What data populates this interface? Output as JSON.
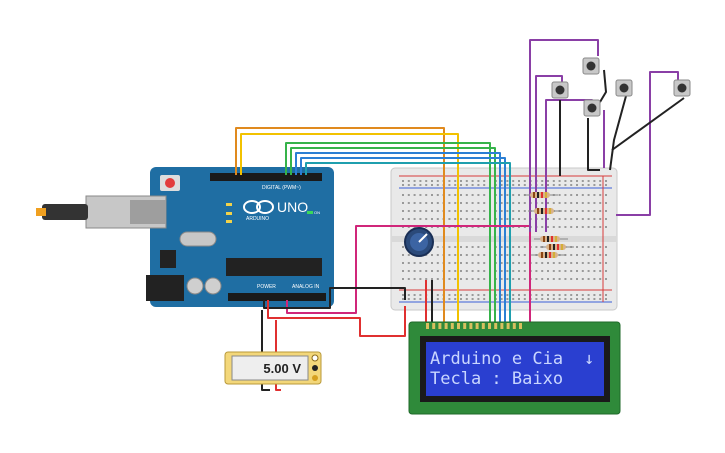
{
  "arduino": {
    "brand": "ARDUINO",
    "model": "UNO",
    "digital_label": "DIGITAL (PWM~)",
    "power_label": "POWER",
    "analog_label": "ANALOG IN",
    "on_label": "ON",
    "board_color": "#1f6ea3"
  },
  "multimeter": {
    "reading": "5.00 V"
  },
  "lcd": {
    "line1": "Arduino e Cia",
    "line2": "Tecla : Baixo",
    "arrow": "↓",
    "backlight_color": "#2a3fd0"
  },
  "wire_colors": {
    "orange": "#e08a1e",
    "yellow": "#f2c200",
    "green": "#36b34a",
    "blue": "#2b7fd4",
    "teal": "#1f9fae",
    "purple": "#8a3fa6",
    "black": "#222222",
    "red": "#e03030",
    "magenta": "#d0267a"
  },
  "components": {
    "buttons": [
      "push-button-1",
      "push-button-2",
      "push-button-3",
      "push-button-4",
      "push-button-5"
    ],
    "resistors": 5,
    "potentiometer": "contrast-pot"
  }
}
